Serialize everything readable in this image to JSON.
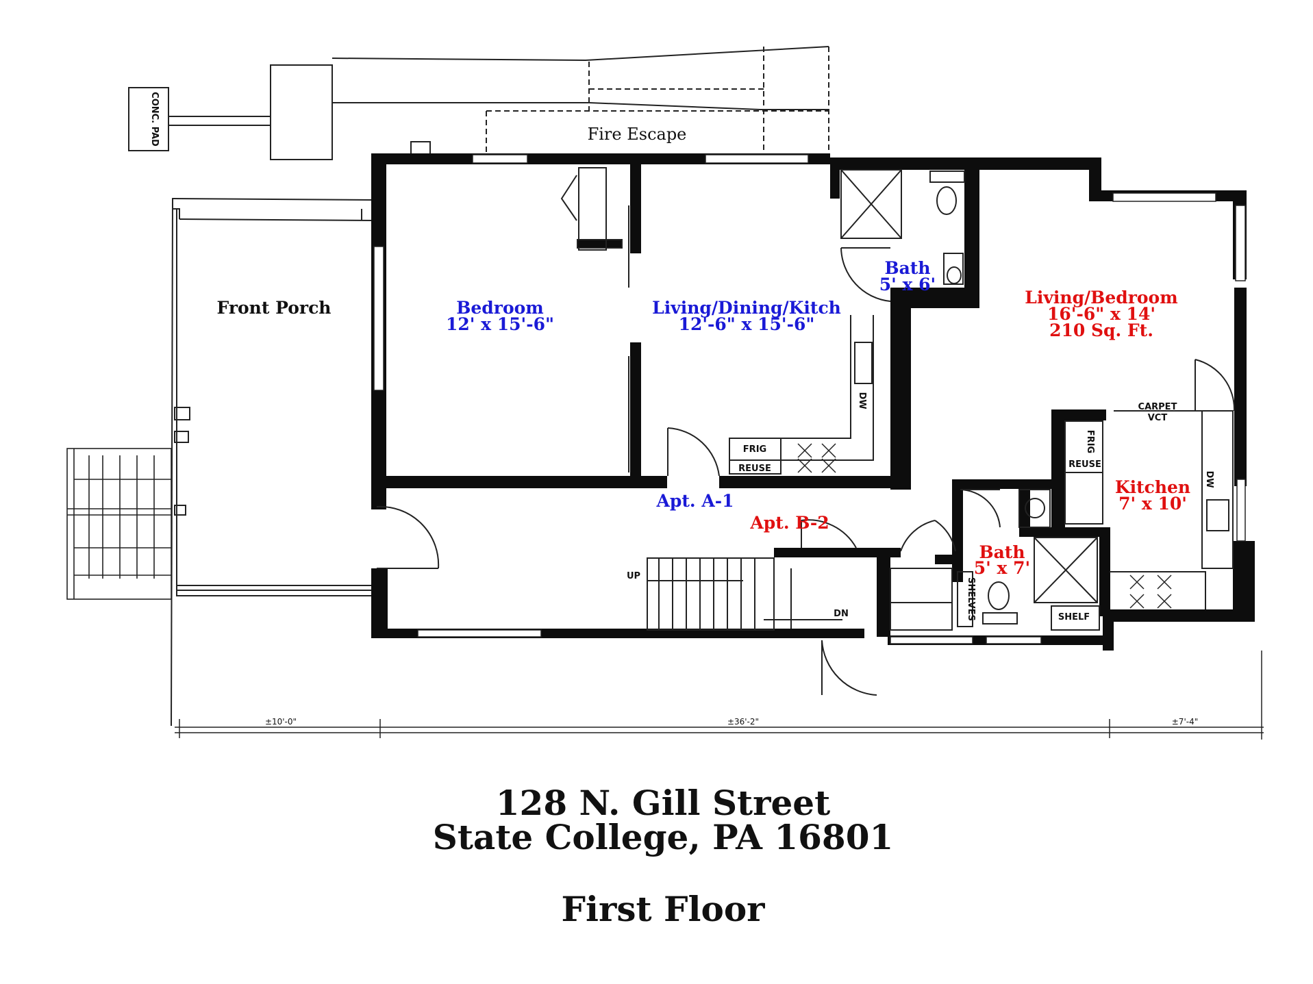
{
  "colors": {
    "apt_a": "#1a1ad6",
    "apt_b": "#e01010",
    "black": "#111111",
    "wall": "#0d0d0d",
    "line": "#222222"
  },
  "labels": {
    "conc_pad": "CONC. PAD",
    "fire_escape": "Fire Escape",
    "front_porch": "Front Porch",
    "bedroom_a": {
      "name": "Bedroom",
      "size": "12' x 15'-6\""
    },
    "living_a": {
      "name": "Living/Dining/Kitch",
      "size": "12'-6\" x 15'-6\""
    },
    "bath_a": {
      "name": "Bath",
      "size": "5' x 6'"
    },
    "living_b": {
      "name": "Living/Bedroom",
      "size": "16'-6\" x 14'",
      "area": "210 Sq. Ft."
    },
    "kitchen_b": {
      "name": "Kitchen",
      "size": "7' x 10'"
    },
    "bath_b": {
      "name": "Bath",
      "size": "5' x 7'"
    },
    "apt_a1": "Apt. A-1",
    "apt_b2": "Apt. B-2",
    "frig": "FRIG",
    "reuse": "REUSE",
    "dw": "DW",
    "carpet": "CARPET",
    "vct": "VCT",
    "shelves": "SHELVES",
    "shelf": "SHELF",
    "up": "UP",
    "dn": "DN"
  },
  "dimensions": {
    "porch": "±10'-0\"",
    "main": "±36'-2\"",
    "right": "±7'-4\""
  },
  "address": {
    "line1": "128 N. Gill Street",
    "line2": "State College, PA  16801"
  },
  "floor": "First Floor"
}
